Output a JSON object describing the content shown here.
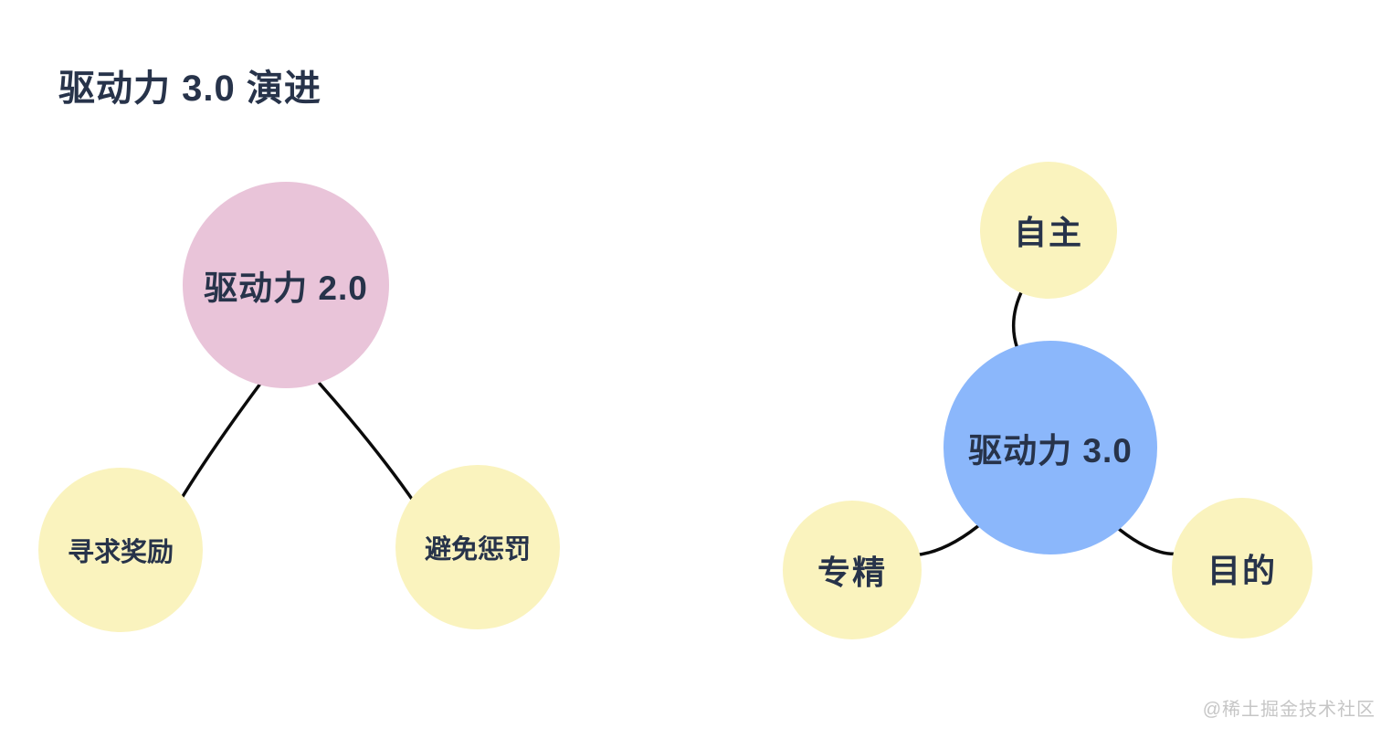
{
  "page": {
    "title": "驱动力 3.0 演进",
    "watermark": "@稀土掘金技术社区",
    "colors": {
      "background": "#ffffff",
      "pink": "#e9c4d9",
      "yellow": "#faf3be",
      "blue": "#8bb7fb",
      "text": "#27334a",
      "line": "#0b0b0b",
      "watermark": "#c6c6c6"
    }
  },
  "diagram": {
    "type": "mindmap",
    "left_tree": {
      "root": {
        "label": "驱动力 2.0",
        "color": "pink"
      },
      "children": [
        {
          "label": "寻求奖励",
          "color": "yellow"
        },
        {
          "label": "避免惩罚",
          "color": "yellow"
        }
      ]
    },
    "right_tree": {
      "root": {
        "label": "驱动力 3.0",
        "color": "blue"
      },
      "children": [
        {
          "label": "自主",
          "color": "yellow"
        },
        {
          "label": "专精",
          "color": "yellow"
        },
        {
          "label": "目的",
          "color": "yellow"
        }
      ]
    }
  }
}
